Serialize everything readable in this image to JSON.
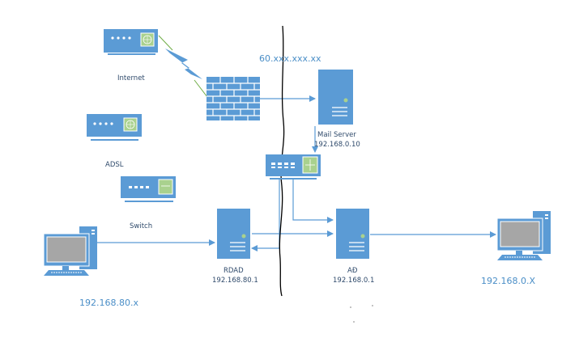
{
  "colors": {
    "device_blue": "#5b9bd5",
    "globe_green": "#a9d18e",
    "link_line": "#5b9bd5",
    "serial_line": "#70ad47",
    "boundary": "#000000",
    "label_dark": "#2f4a6b",
    "label_ip": "#4a8ec7"
  },
  "nodes": {
    "internet_modem": {
      "label": "Internet",
      "icon": "modem-globe-icon"
    },
    "adsl_modem": {
      "label": "ADSL",
      "icon": "modem-globe-icon"
    },
    "switch_legend": {
      "label": "Switch",
      "icon": "switch-icon"
    },
    "firewall": {
      "label": "",
      "icon": "firewall-icon",
      "public_ip": "60.xxx.xxx.xx"
    },
    "mail_server": {
      "label": "Mail Server",
      "ip": "192.168.0.10",
      "icon": "server-icon"
    },
    "core_switch": {
      "label": "",
      "icon": "router-switch-icon"
    },
    "rdad_server": {
      "label": "RDAD",
      "ip": "192.168.80.1",
      "icon": "server-icon"
    },
    "ad_server": {
      "label": "AĐ",
      "ip": "192.168.0.1",
      "icon": "server-icon"
    },
    "client_left": {
      "ip": "192.168.80.x",
      "icon": "desktop-pc-icon"
    },
    "client_right": {
      "ip": "192.168.0.X",
      "icon": "desktop-pc-icon"
    }
  },
  "links": [
    {
      "from": "internet_modem",
      "to": "firewall",
      "type": "serial"
    },
    {
      "from": "firewall",
      "to": "mail_server",
      "type": "arrow"
    },
    {
      "from": "mail_server",
      "to": "core_switch",
      "type": "arrow"
    },
    {
      "from": "core_switch",
      "to": "ad_server",
      "type": "arrow"
    },
    {
      "from": "core_switch",
      "to": "rdad_server",
      "type": "arrow"
    },
    {
      "from": "rdad_server",
      "to": "ad_server",
      "type": "arrow"
    },
    {
      "from": "client_left",
      "to": "rdad_server",
      "type": "arrow",
      "label": "Switch"
    },
    {
      "from": "ad_server",
      "to": "client_right",
      "type": "arrow"
    }
  ]
}
